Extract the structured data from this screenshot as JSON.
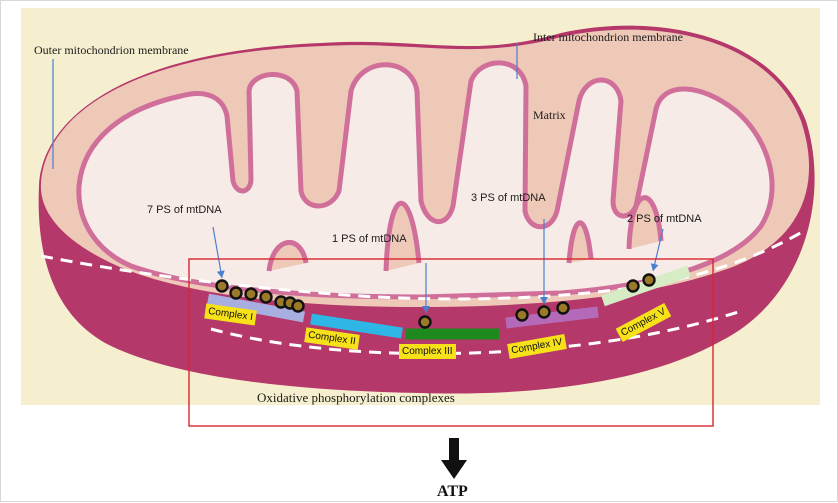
{
  "labels": {
    "outer_membrane": "Outer mitochondrion membrane",
    "inner_membrane": "Inter mitochondrion membrane",
    "matrix": "Matrix",
    "oxphos": "Oxidative phosphorylation complexes",
    "atp": "ATP"
  },
  "ps_annotations": [
    {
      "label": "7 PS of mtDNA",
      "count": 7
    },
    {
      "label": "1 PS of mtDNA",
      "count": 1
    },
    {
      "label": "3 PS of mtDNA",
      "count": 3
    },
    {
      "label": "2 PS of mtDNA",
      "count": 2
    }
  ],
  "complexes": [
    {
      "label": "Complex I",
      "color": "#a9aee0"
    },
    {
      "label": "Complex II",
      "color": "#2eb6e6"
    },
    {
      "label": "Complex III",
      "color": "#1e8a1e"
    },
    {
      "label": "Complex IV",
      "color": "#b46ab8"
    },
    {
      "label": "Complex V",
      "color": "#d5ecc4"
    }
  ],
  "colors": {
    "background": "#f6efcf",
    "outer": "#b5386a",
    "intermembrane": "#eec9b8",
    "matrix": "#f7ebe7",
    "cristae": "#d06f9a",
    "highlight_box": "#d9262e",
    "arrow": "#4a7fd0",
    "ps_dot_fill": "#9a7a28",
    "ps_dot_ring": "#111111",
    "complex_label_bg": "#f7e21a"
  }
}
